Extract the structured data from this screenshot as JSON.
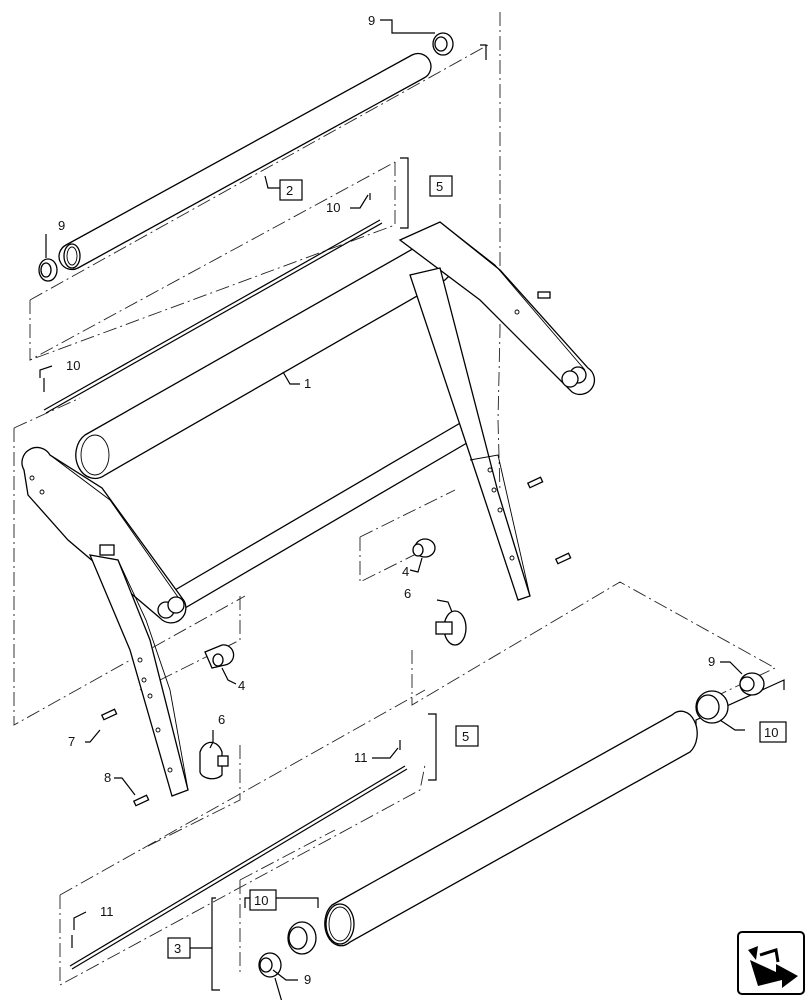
{
  "callouts": {
    "c1": "1",
    "c2": "2",
    "c3": "3",
    "c4a": "4",
    "c4b": "4",
    "c5a": "5",
    "c5b": "5",
    "c6a": "6",
    "c6b": "6",
    "c7": "7",
    "c8": "8",
    "c9a": "9",
    "c9b": "9",
    "c9c": "9",
    "c9d": "9",
    "c10a": "10",
    "c10b": "10",
    "c10c": "10",
    "c10d": "10",
    "c11a": "11",
    "c11b": "11"
  },
  "nav_icon": "arrow-icon"
}
